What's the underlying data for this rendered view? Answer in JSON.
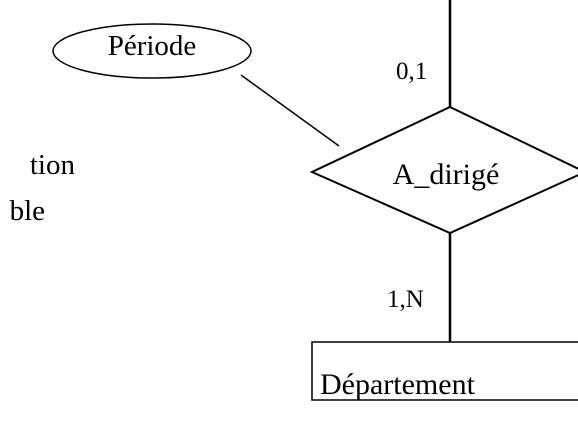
{
  "diagram": {
    "attribute_label": "Période",
    "relationship_label": "A_dirigé",
    "entity_label": "Département",
    "cardinality_top": "0,1",
    "cardinality_bottom": "1,N",
    "side_text_line1": "tion",
    "side_text_line2": "ble"
  }
}
